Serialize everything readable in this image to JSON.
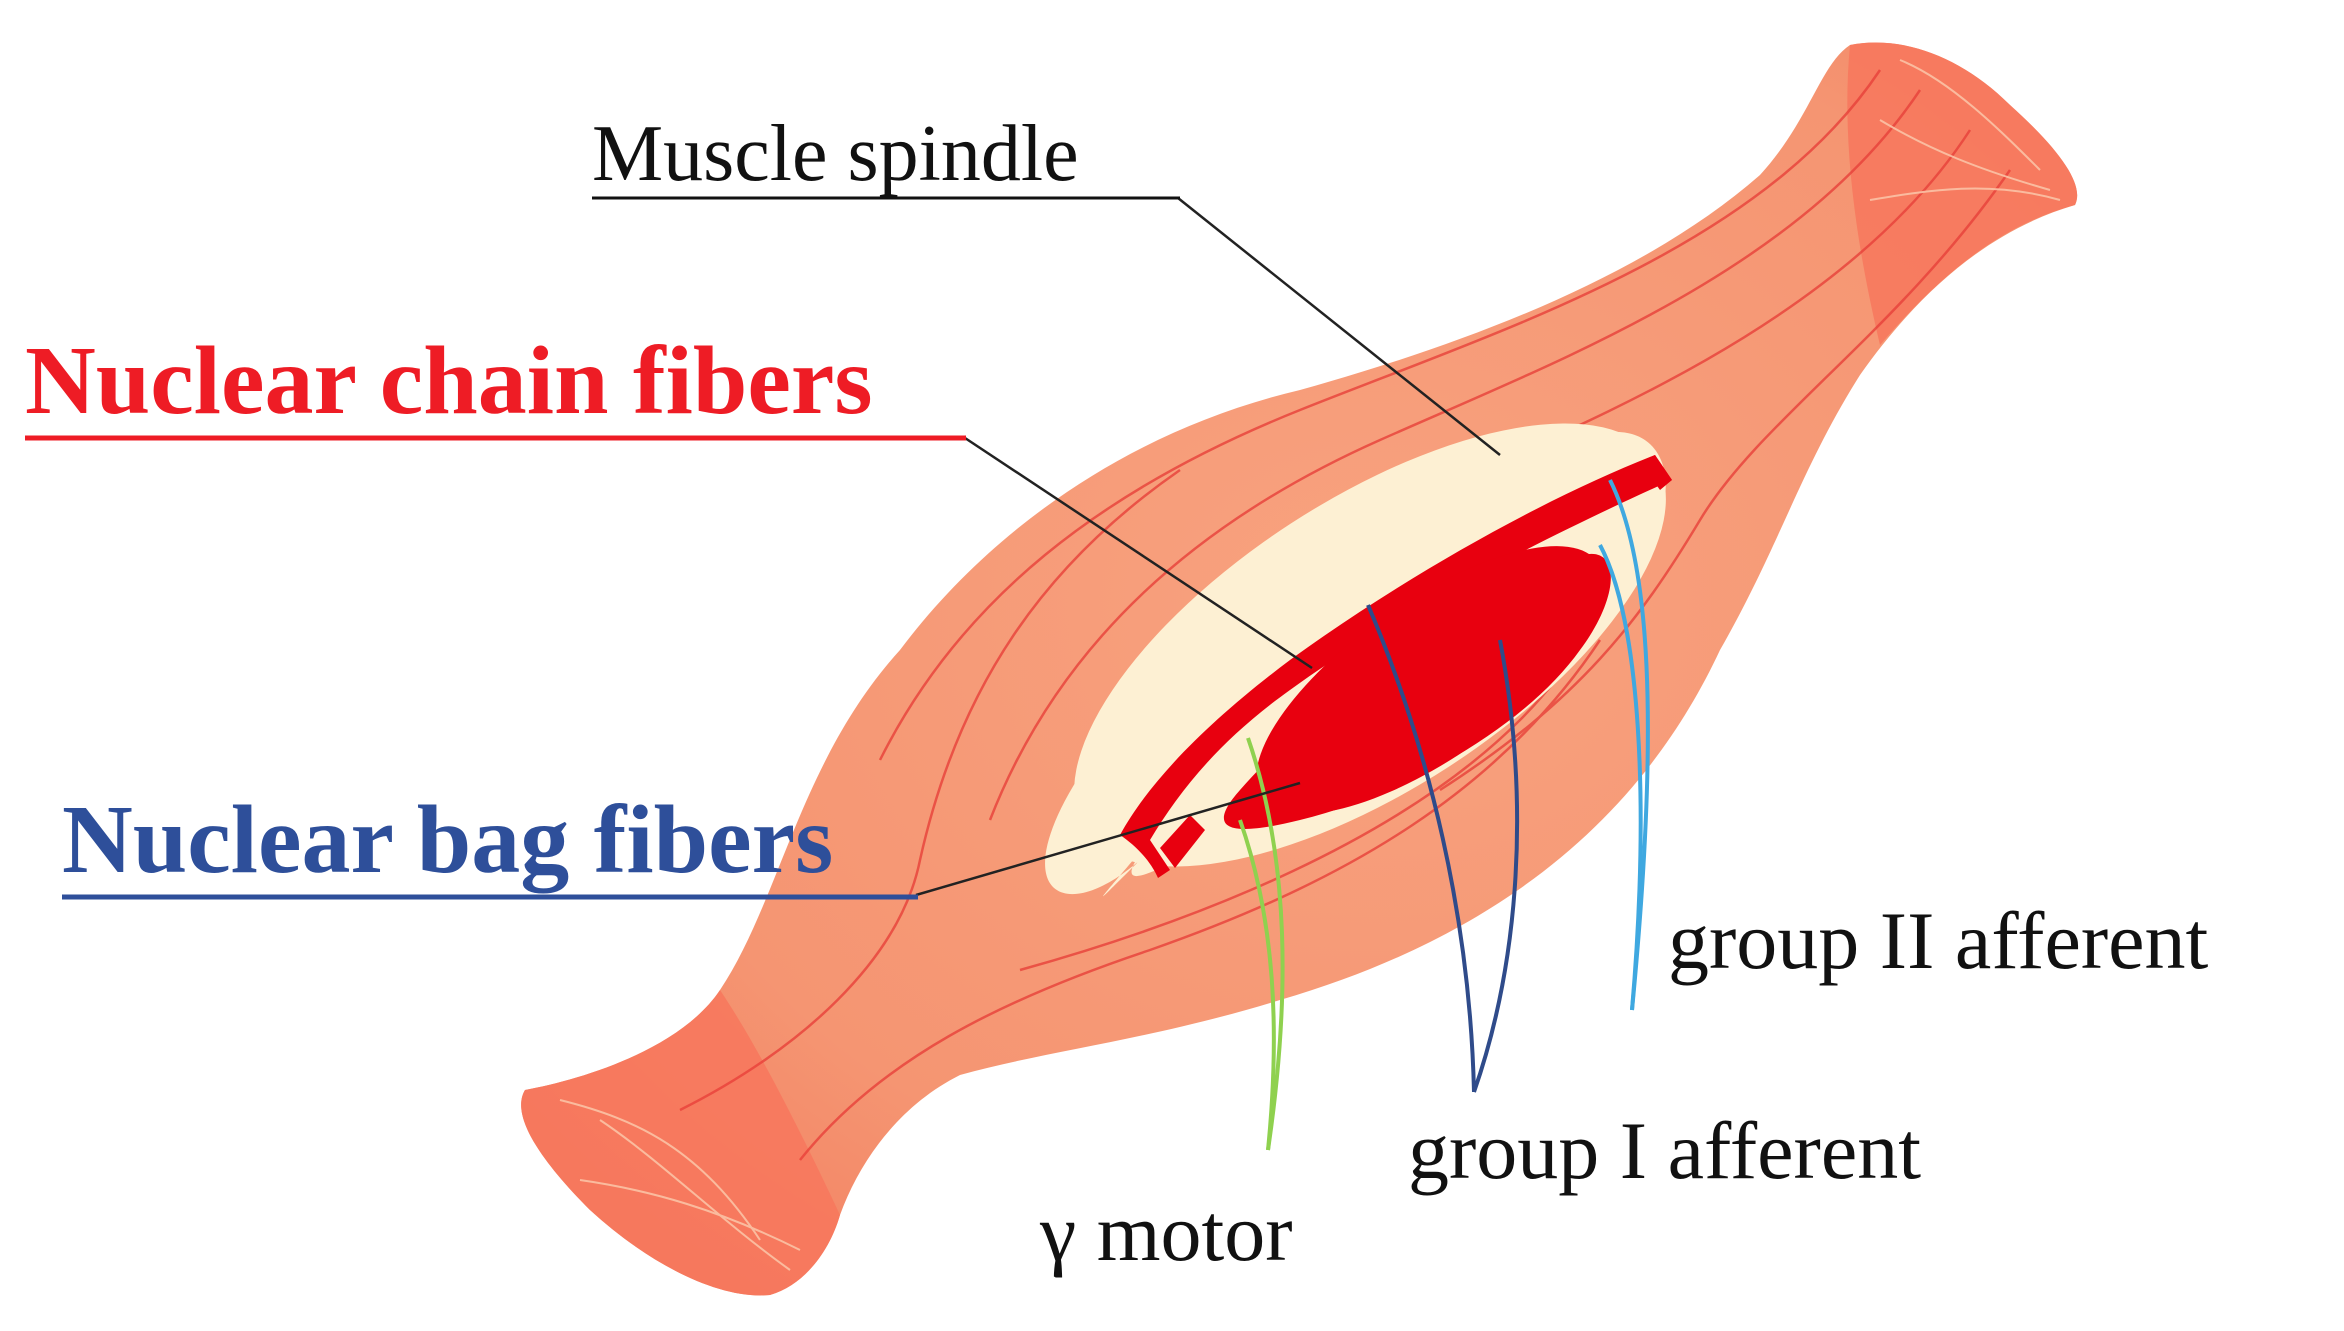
{
  "labels": {
    "muscle_spindle": "Muscle spindle",
    "nuclear_chain": "Nuclear chain fibers",
    "nuclear_bag": "Nuclear bag fibers",
    "group_ii": "group II afferent",
    "group_i": "group I afferent",
    "gamma_motor": "γ motor"
  },
  "colors": {
    "muscle": "#f59572",
    "muscle_tendon": "#f7775d",
    "muscle_lines": "#e8413a",
    "capsule": "#fdf0d3",
    "fiber_red": "#e8000f",
    "chain_label": "#ee1c25",
    "bag_label": "#2e4f9a",
    "group_i_nerve": "#2f4b8a",
    "group_ii_nerve": "#3fa8e0",
    "gamma_nerve": "#8fd14f",
    "leader": "#222222"
  }
}
